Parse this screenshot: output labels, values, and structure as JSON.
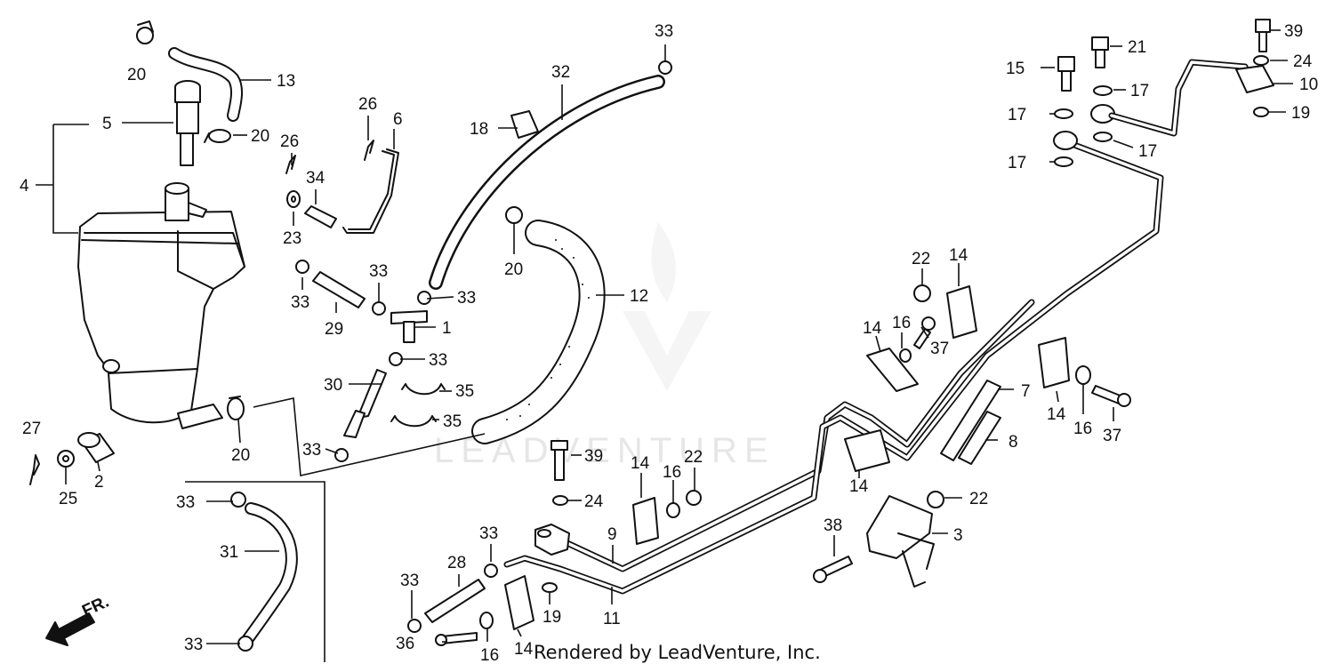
{
  "watermark": "LEADVENTURE",
  "credit": "Rendered by LeadVenture, Inc.",
  "direction_label": "FR.",
  "callouts": [
    {
      "id": "c20a",
      "text": "20"
    },
    {
      "id": "c13",
      "text": "13"
    },
    {
      "id": "c5",
      "text": "5"
    },
    {
      "id": "c20b",
      "text": "20"
    },
    {
      "id": "c4",
      "text": "4"
    },
    {
      "id": "c26a",
      "text": "26"
    },
    {
      "id": "c6",
      "text": "6"
    },
    {
      "id": "c26b",
      "text": "26"
    },
    {
      "id": "c34",
      "text": "34"
    },
    {
      "id": "c23",
      "text": "23"
    },
    {
      "id": "c33a",
      "text": "33"
    },
    {
      "id": "c33b",
      "text": "33"
    },
    {
      "id": "c33c",
      "text": "33"
    },
    {
      "id": "c29",
      "text": "29"
    },
    {
      "id": "c1",
      "text": "1"
    },
    {
      "id": "c33d",
      "text": "33"
    },
    {
      "id": "c30",
      "text": "30"
    },
    {
      "id": "c35a",
      "text": "35"
    },
    {
      "id": "c35b",
      "text": "35"
    },
    {
      "id": "c33e",
      "text": "33"
    },
    {
      "id": "c27",
      "text": "27"
    },
    {
      "id": "c25",
      "text": "25"
    },
    {
      "id": "c2",
      "text": "2"
    },
    {
      "id": "c20c",
      "text": "20"
    },
    {
      "id": "c33f",
      "text": "33"
    },
    {
      "id": "c31",
      "text": "31"
    },
    {
      "id": "c33g",
      "text": "33"
    },
    {
      "id": "c32",
      "text": "32"
    },
    {
      "id": "c33h",
      "text": "33"
    },
    {
      "id": "c18",
      "text": "18"
    },
    {
      "id": "c20d",
      "text": "20"
    },
    {
      "id": "c12",
      "text": "12"
    },
    {
      "id": "c39a",
      "text": "39"
    },
    {
      "id": "c24a",
      "text": "24"
    },
    {
      "id": "c14a",
      "text": "14"
    },
    {
      "id": "c16a",
      "text": "16"
    },
    {
      "id": "c22a",
      "text": "22"
    },
    {
      "id": "c33i",
      "text": "33"
    },
    {
      "id": "c28",
      "text": "28"
    },
    {
      "id": "c33j",
      "text": "33"
    },
    {
      "id": "c19a",
      "text": "19"
    },
    {
      "id": "c36",
      "text": "36"
    },
    {
      "id": "c16b",
      "text": "16"
    },
    {
      "id": "c14b",
      "text": "14"
    },
    {
      "id": "c9",
      "text": "9"
    },
    {
      "id": "c11",
      "text": "11"
    },
    {
      "id": "c22b",
      "text": "22"
    },
    {
      "id": "c14c",
      "text": "14"
    },
    {
      "id": "c16c",
      "text": "16"
    },
    {
      "id": "c37a",
      "text": "37"
    },
    {
      "id": "c14d",
      "text": "14"
    },
    {
      "id": "c14e",
      "text": "14"
    },
    {
      "id": "c7",
      "text": "7"
    },
    {
      "id": "c8",
      "text": "8"
    },
    {
      "id": "c14f",
      "text": "14"
    },
    {
      "id": "c16d",
      "text": "16"
    },
    {
      "id": "c37b",
      "text": "37"
    },
    {
      "id": "c22c",
      "text": "22"
    },
    {
      "id": "c3",
      "text": "3"
    },
    {
      "id": "c38",
      "text": "38"
    },
    {
      "id": "c15",
      "text": "15"
    },
    {
      "id": "c21",
      "text": "21"
    },
    {
      "id": "c17a",
      "text": "17"
    },
    {
      "id": "c17b",
      "text": "17"
    },
    {
      "id": "c17c",
      "text": "17"
    },
    {
      "id": "c17d",
      "text": "17"
    },
    {
      "id": "c39b",
      "text": "39"
    },
    {
      "id": "c24b",
      "text": "24"
    },
    {
      "id": "c10",
      "text": "10"
    },
    {
      "id": "c19b",
      "text": "19"
    }
  ]
}
